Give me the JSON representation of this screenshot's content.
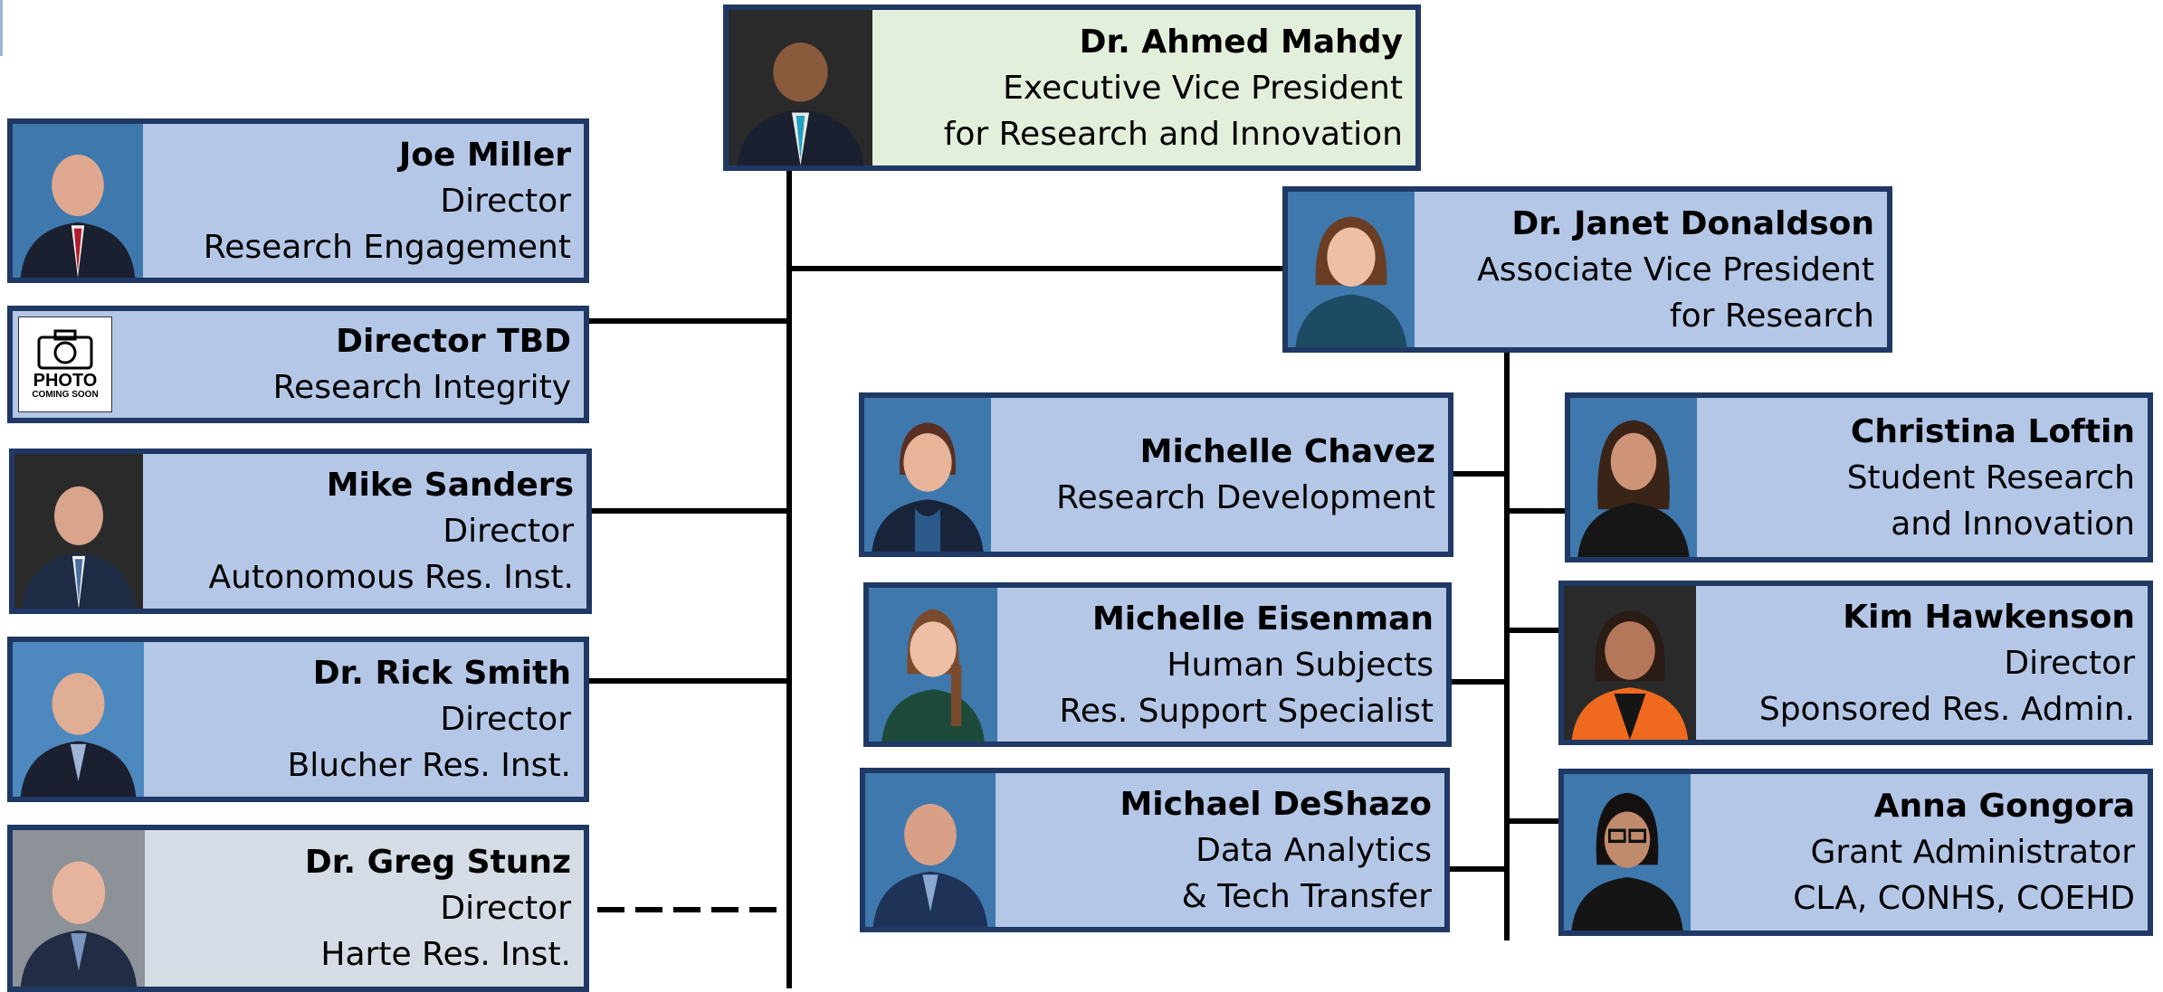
{
  "photo_placeholder": {
    "line1": "PHOTO",
    "line2": "COMING SOON"
  },
  "people": {
    "mahdy": {
      "name": "Dr. Ahmed Mahdy",
      "line2": "Executive Vice President",
      "line3": "for Research and Innovation"
    },
    "miller": {
      "name": "Joe Miller",
      "line2": "Director",
      "line3": "Research Engagement"
    },
    "tbd": {
      "name": "Director TBD",
      "line2": "Research Integrity"
    },
    "sanders": {
      "name": "Mike Sanders",
      "line2": "Director",
      "line3": "Autonomous Res. Inst."
    },
    "smith": {
      "name": "Dr. Rick Smith",
      "line2": "Director",
      "line3": "Blucher Res. Inst."
    },
    "stunz": {
      "name": "Dr. Greg Stunz",
      "line2": "Director",
      "line3": "Harte Res. Inst."
    },
    "donaldson": {
      "name": "Dr. Janet Donaldson",
      "line2": "Associate Vice President",
      "line3": "for Research"
    },
    "chavez": {
      "name": "Michelle Chavez",
      "line2": "Research Development"
    },
    "eisenman": {
      "name": "Michelle Eisenman",
      "line2": "Human Subjects",
      "line3": "Res. Support Specialist"
    },
    "deshazo": {
      "name": "Michael DeShazo",
      "line2": "Data Analytics",
      "line3": "& Tech Transfer"
    },
    "loftin": {
      "name": "Christina Loftin",
      "line2": "Student Research",
      "line3": "and Innovation"
    },
    "hawkenson": {
      "name": "Kim Hawkenson",
      "line2": "Director",
      "line3": "Sponsored Res. Admin."
    },
    "gongora": {
      "name": "Anna Gongora",
      "line2": "Grant Administrator",
      "line3": "CLA, CONHS, COEHD"
    }
  },
  "colors": {
    "card_border": "#1f3864",
    "card_fill": "#b4c7e7",
    "exec_fill": "#e2efda",
    "gray_fill": "#d6dce5",
    "connector": "#000000"
  }
}
